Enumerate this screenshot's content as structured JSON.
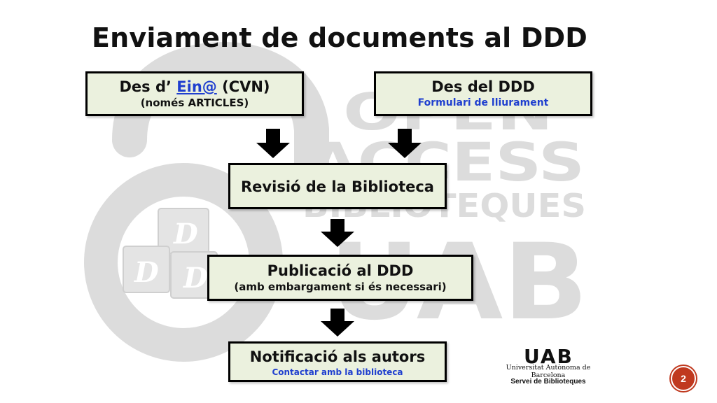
{
  "title": "Enviament de documents al DDD",
  "watermark": {
    "line1": "OPEN",
    "line2": "ACCESS",
    "line3": "BIBLIOTEQUES",
    "line4": "UAB",
    "block_letter": "D"
  },
  "boxes": {
    "eina": {
      "prefix": "Des d’ ",
      "link": "Ein@",
      "suffix": " (CVN)",
      "sub": "(només ARTICLES)"
    },
    "ddd": {
      "main": "Des del DDD",
      "sub_link": "Formulari de lliurament"
    },
    "revisio": {
      "main": "Revisió de la Biblioteca"
    },
    "publicacio": {
      "main": "Publicació al DDD",
      "sub": "(amb embargament si és necessari)"
    },
    "notificacio": {
      "main": "Notificació als autors",
      "sub_link": "Contactar amb la biblioteca"
    }
  },
  "logo": {
    "mark": "UAB",
    "university": "Universitat Autònoma de Barcelona",
    "service": "Servei de Biblioteques"
  },
  "page_number": "2",
  "colors": {
    "box_fill": "#ebf1de",
    "link": "#1f3fcf",
    "badge": "#c0391f",
    "watermark": "#d8d8d8"
  }
}
